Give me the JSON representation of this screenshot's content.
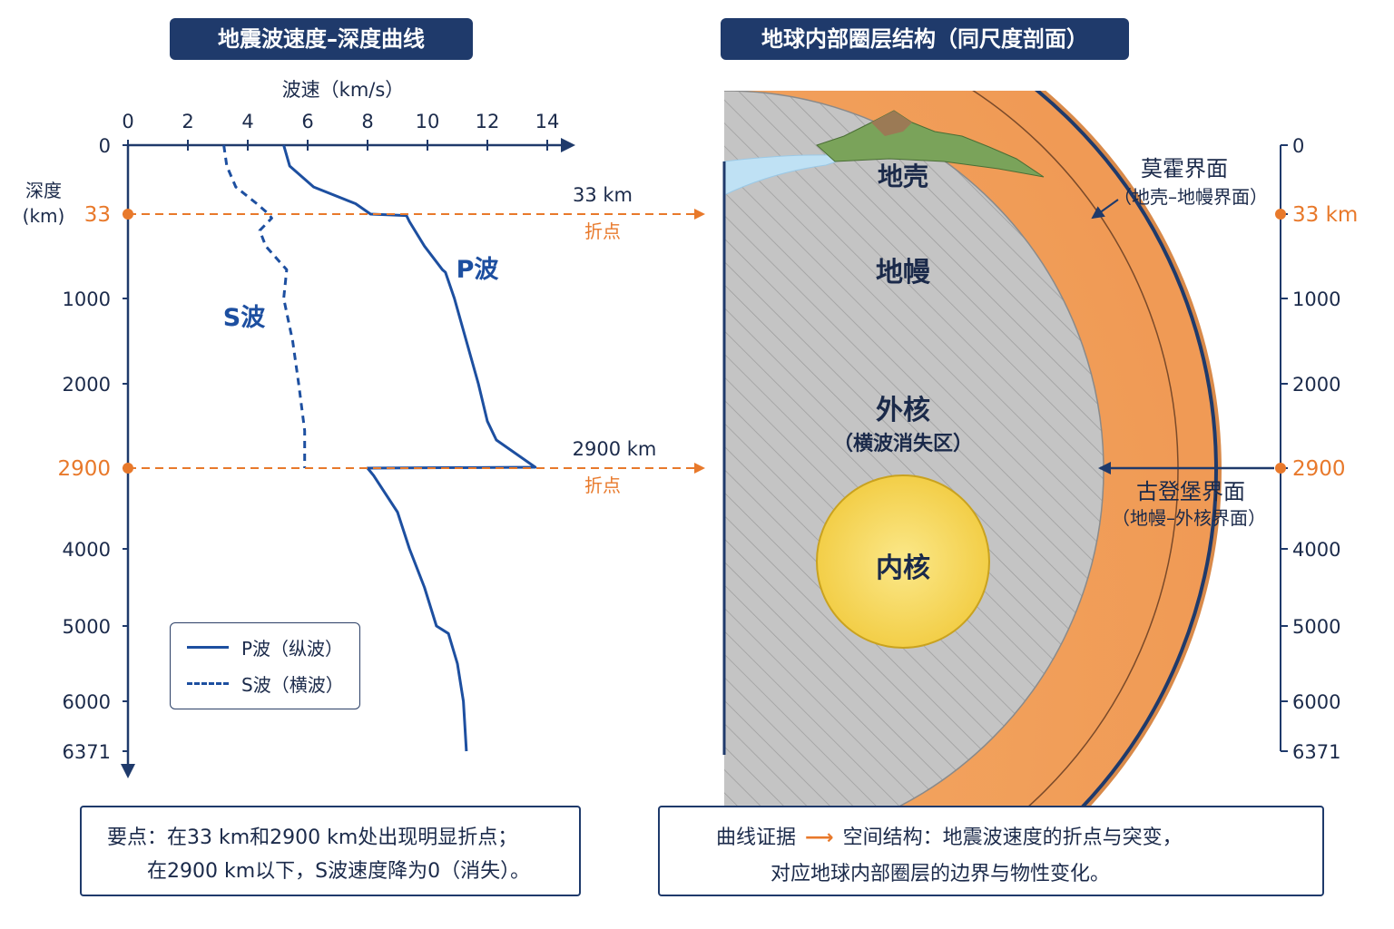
{
  "left_panel": {
    "title": "地震波速度–深度曲线",
    "legend": {
      "p_label": "P波（纵波）",
      "s_label": "S波（横波）"
    },
    "note_line1": "要点：在33 km和2900 km处出现明显折点；",
    "note_line2": "在2900 km以下，S波速度降为0（消失）。"
  },
  "right_panel": {
    "title": "地球内部圈层结构（同尺度剖面）",
    "layers": {
      "crust": "地壳",
      "mantle": "地幔",
      "outer_core": "外核",
      "outer_core_note": "（横波消失区）",
      "inner_core": "内核"
    },
    "moho": {
      "name": "莫霍界面",
      "desc": "（地壳–地幔界面）"
    },
    "gutenberg": {
      "name": "古登堡界面",
      "desc": "（地幔–外核界面）"
    },
    "depth_ticks": [
      "0",
      "33 km",
      "1000",
      "2000",
      "2900",
      "4000",
      "5000",
      "6000",
      "6371"
    ],
    "note_left": "曲线证据",
    "note_right1": "空间结构：地震波速度的折点与突变，",
    "note_right2": "对应地球内部圈层的边界与物性变化。"
  },
  "connectors": {
    "upper_value": "33 km",
    "upper_label": "折点",
    "lower_value": "2900 km",
    "lower_label": "折点"
  },
  "colors": {
    "navy": "#1f3a6b",
    "line": "#1d4fa0",
    "accent": "#e8792b",
    "mantle": "#f3a868",
    "outer_core": "#bdbdbd",
    "inner_core": "#f5d34e"
  },
  "chart_data": {
    "type": "line",
    "xlabel": "波速（km/s）",
    "ylabel_line1": "深度",
    "ylabel_line2": "(km)",
    "x_ticks": [
      0,
      2,
      4,
      6,
      8,
      10,
      12,
      14
    ],
    "xlim": [
      0,
      14
    ],
    "y_ticks": [
      "0",
      "33",
      "1000",
      "2000",
      "2900",
      "4000",
      "5000",
      "6000",
      "6371"
    ],
    "y_highlight": [
      "33",
      "2900"
    ],
    "series": [
      {
        "name": "P波",
        "dash": false,
        "points": [
          [
            0,
            5.2
          ],
          [
            10,
            5.4
          ],
          [
            20,
            6.2
          ],
          [
            28,
            7.6
          ],
          [
            33,
            8.1
          ],
          [
            50,
            9.3
          ],
          [
            120,
            9.4
          ],
          [
            400,
            9.9
          ],
          [
            670,
            10.5
          ],
          [
            700,
            10.6
          ],
          [
            1000,
            10.9
          ],
          [
            1500,
            11.3
          ],
          [
            2000,
            11.7
          ],
          [
            2400,
            12.0
          ],
          [
            2600,
            12.3
          ],
          [
            2890,
            13.6
          ],
          [
            2900,
            8.0
          ],
          [
            3000,
            8.2
          ],
          [
            3500,
            9.0
          ],
          [
            4000,
            9.4
          ],
          [
            4500,
            9.9
          ],
          [
            5000,
            10.3
          ],
          [
            5100,
            10.7
          ],
          [
            5500,
            11.0
          ],
          [
            6000,
            11.2
          ],
          [
            6371,
            11.3
          ]
        ]
      },
      {
        "name": "S波",
        "dash": true,
        "points": [
          [
            0,
            3.2
          ],
          [
            10,
            3.3
          ],
          [
            20,
            3.6
          ],
          [
            28,
            4.3
          ],
          [
            33,
            4.7
          ],
          [
            80,
            4.8
          ],
          [
            220,
            4.4
          ],
          [
            400,
            4.6
          ],
          [
            670,
            5.3
          ],
          [
            1000,
            5.2
          ],
          [
            1500,
            5.5
          ],
          [
            2000,
            5.7
          ],
          [
            2500,
            5.9
          ],
          [
            2900,
            5.9
          ]
        ]
      }
    ],
    "annotations": [
      "P波",
      "S波"
    ]
  }
}
